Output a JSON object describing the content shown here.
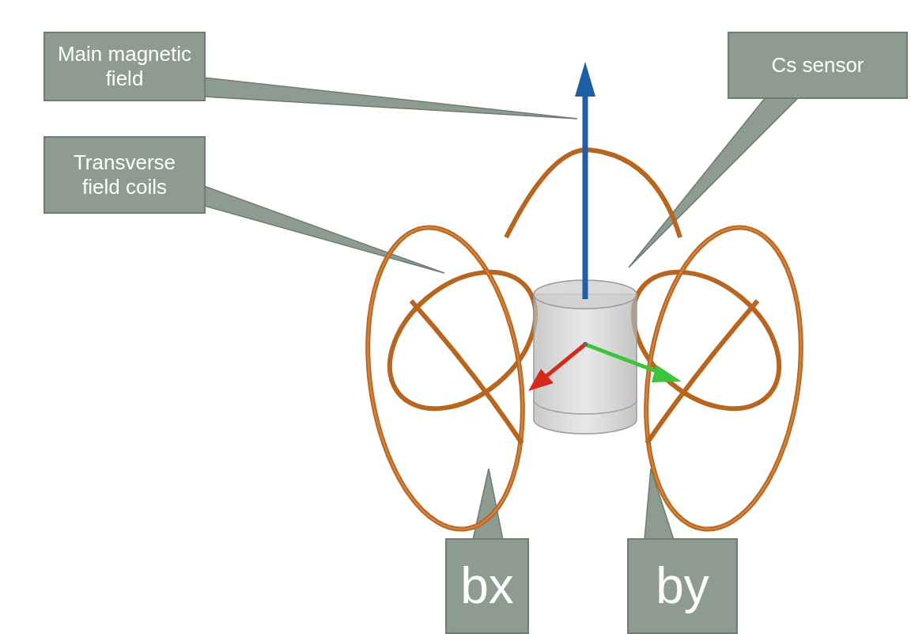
{
  "diagram": {
    "nodes": [
      {
        "text": [
          "Main magnetic field"
        ]
      },
      {
        "text": [
          "Transverse field coils"
        ]
      },
      {
        "text": [
          "Cs sensor"
        ]
      },
      {
        "text": [
          "bx"
        ]
      },
      {
        "text": [
          "by"
        ]
      }
    ]
  }
}
